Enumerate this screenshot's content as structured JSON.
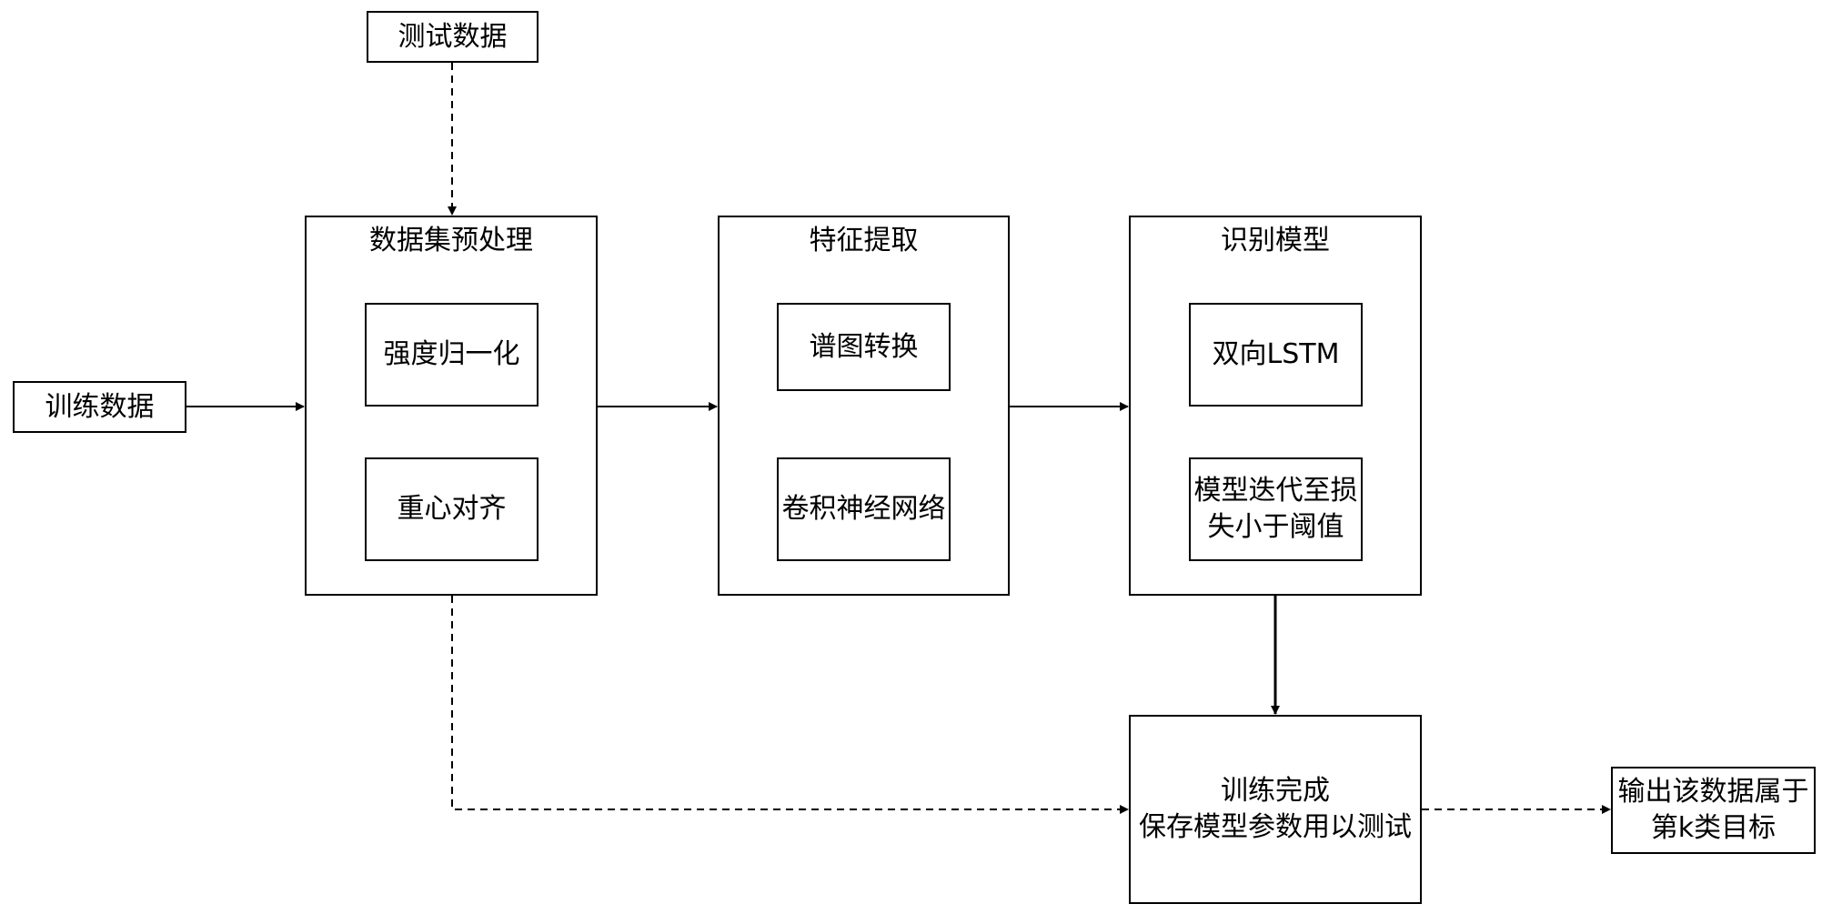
{
  "nodes": {
    "test_data": "测试数据",
    "train_data": "训练数据",
    "preprocess": {
      "title": "数据集预处理",
      "step1": "强度归一化",
      "step2": "重心对齐"
    },
    "feature": {
      "title": "特征提取",
      "step1": "谱图转换",
      "step2": "卷积神经网络"
    },
    "recognition": {
      "title": "识别模型",
      "step1": "双向LSTM",
      "step2": "模型迭代至损\n失小于阈值"
    },
    "save": "训练完成\n保存模型参数用以测试",
    "output": "输出该数据属于\n第k类目标"
  }
}
